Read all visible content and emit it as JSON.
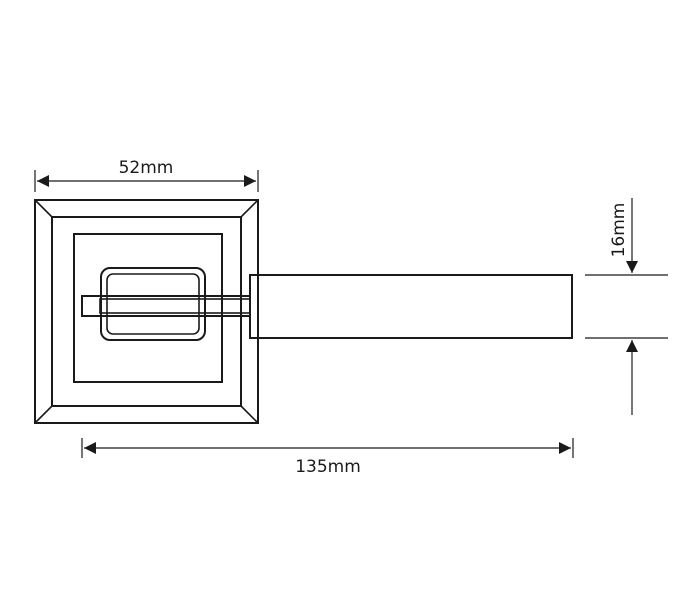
{
  "dimensions": {
    "rose_width": "52mm",
    "lever_length": "135mm",
    "lever_thickness": "16mm"
  },
  "colors": {
    "stroke": "#1a1a1a",
    "background": "#ffffff"
  }
}
